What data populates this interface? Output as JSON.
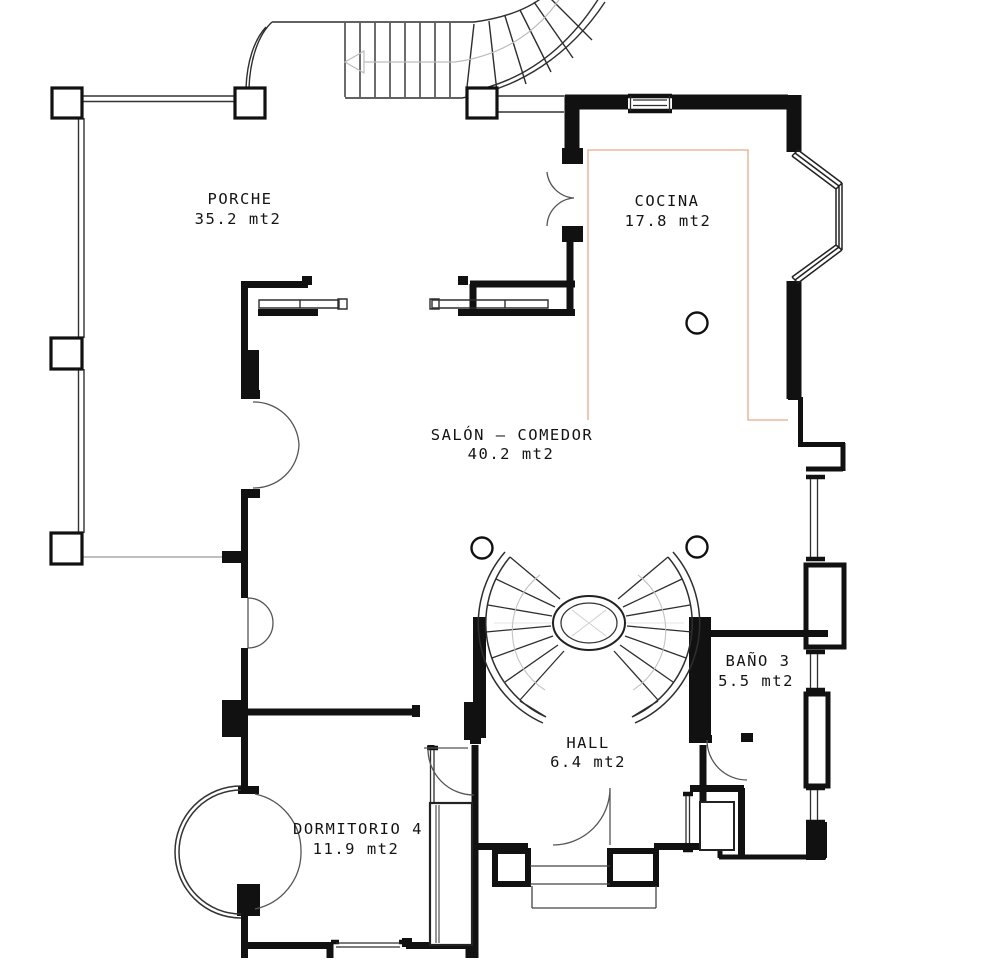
{
  "plan": {
    "type": "architectural-floor-plan",
    "units": "mt2",
    "rooms": [
      {
        "name": "PORCHE",
        "area": "35.2 mt2"
      },
      {
        "name": "COCINA",
        "area": "17.8 mt2"
      },
      {
        "name": "SALÓN — COMEDOR",
        "area": "40.2 mt2"
      },
      {
        "name": "BAÑO 3",
        "area": "5.5 mt2"
      },
      {
        "name": "HALL",
        "area": "6.4 mt2"
      },
      {
        "name": "DORMITORIO 4",
        "area": "11.9 mt2"
      }
    ],
    "features": [
      "exterior-curved-staircase",
      "porch-columns",
      "spiral-staircase",
      "bay-window",
      "french-doors",
      "kitchen-area-highlight"
    ],
    "colors": {
      "wall": "#111111",
      "thin_line": "#2e2e2e",
      "light_line": "#b9b9b9",
      "highlight": "#e9a98c",
      "background": "#ffffff"
    }
  }
}
